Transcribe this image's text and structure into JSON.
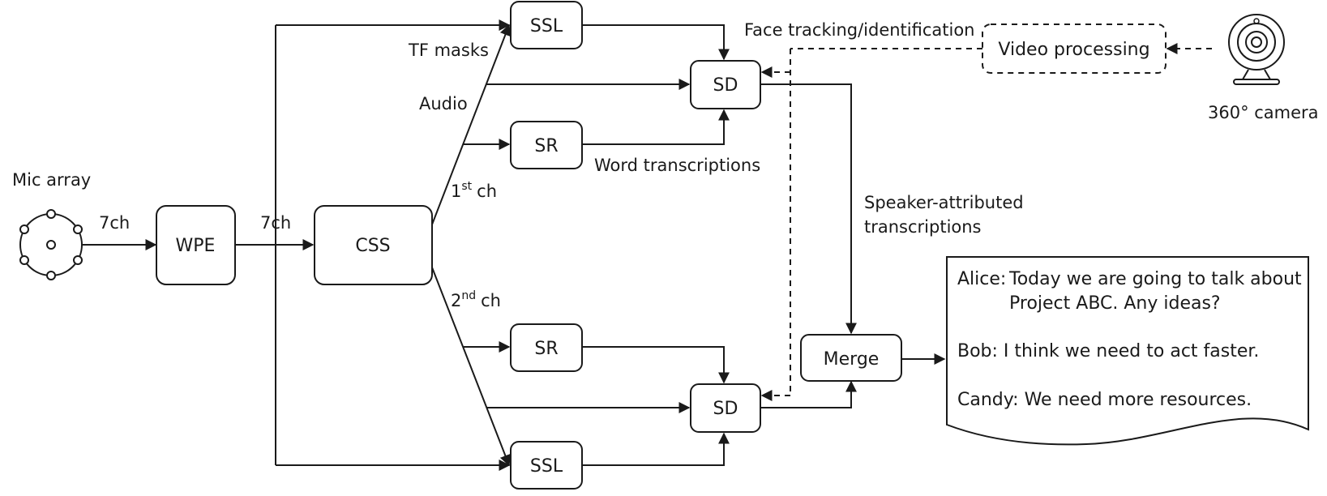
{
  "diagram": {
    "mic_array_label": "Mic array",
    "camera_label": "360° camera",
    "nodes": {
      "wpe": "WPE",
      "css": "CSS",
      "ssl_top": "SSL",
      "sd_top": "SD",
      "sr_top": "SR",
      "sr_bottom": "SR",
      "sd_bottom": "SD",
      "ssl_bottom": "SSL",
      "merge": "Merge",
      "video": "Video processing"
    },
    "edge_labels": {
      "mic_to_wpe": "7ch",
      "wpe_to_css": "7ch",
      "tf_masks": "TF masks",
      "audio": "Audio",
      "ch1_base": "1",
      "ch1_sup": "st",
      "ch1_unit": "ch",
      "ch2_base": "2",
      "ch2_sup": "nd",
      "ch2_unit": "ch",
      "word_transcriptions": "Word transcriptions",
      "face_tracking": "Face tracking/identification",
      "speaker_attributed_1": "Speaker-attributed",
      "speaker_attributed_2": "transcriptions"
    },
    "transcript": {
      "line1_speaker": "Alice:",
      "line1_a": "Today we are going to talk about",
      "line1_b": "Project ABC. Any ideas?",
      "line2": "Bob: I think we need to act faster.",
      "line3": "Candy: We need more resources."
    }
  }
}
